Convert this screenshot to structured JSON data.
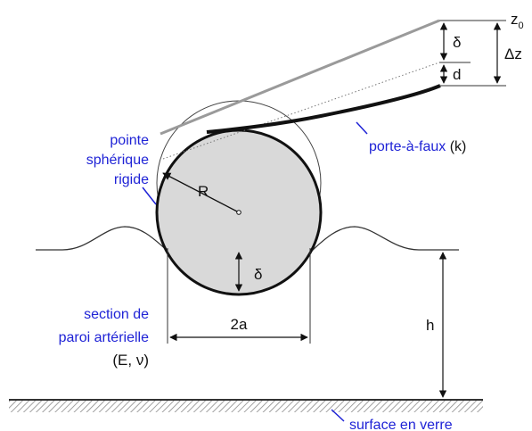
{
  "labels": {
    "z0_main": "z",
    "z0_sub": "0",
    "delta_top": "δ",
    "d": "d",
    "delta_z": "Δz",
    "cantilever_prefix": "porte-à-faux",
    "cantilever_suffix": " (k)",
    "tip_line1": "pointe",
    "tip_line2": "sphérique",
    "tip_line3": "rigide",
    "radius": "R",
    "delta_indent": "δ",
    "contact_width": "2a",
    "wall_line1": "section de",
    "wall_line2": "paroi artérielle",
    "wall_params": "(E, ν)",
    "thickness": "h",
    "glass": "surface en verre"
  },
  "colors": {
    "annotation_blue": "#1f23d6",
    "sphere_fill": "#d9d9d9",
    "outline": "#111111",
    "cantilever_rest": "#9a9a9a"
  }
}
